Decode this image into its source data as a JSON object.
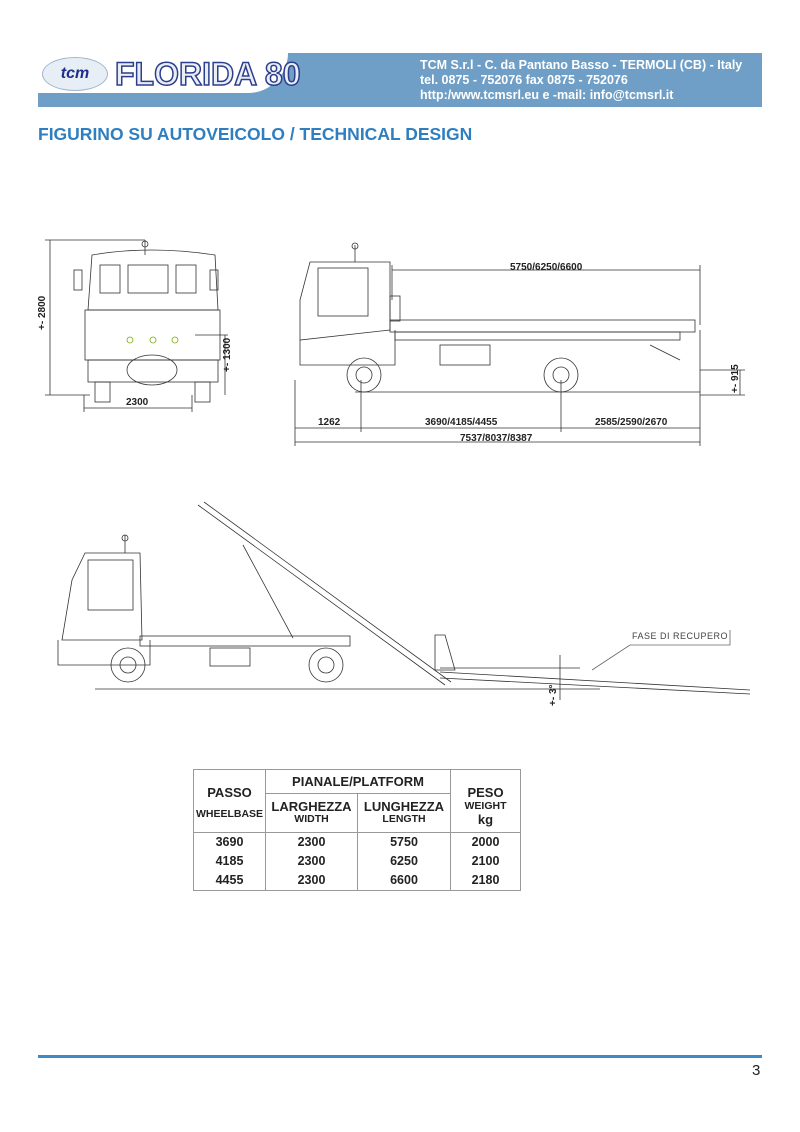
{
  "header": {
    "logo_tcm": "tcm",
    "logo_product": "FLORIDA 80",
    "company_line": "TCM S.r.l - C. da Pantano Basso - TERMOLI (CB) - Italy",
    "phone_line": "tel. 0875 - 752076   fax 0875 - 752076",
    "web_line": "http:/www.tcmsrl.eu  e -mail: info@tcmsrl.it",
    "band_color": "#6f9fc6"
  },
  "title": "FIGURINO SU AUTOVEICOLO / TECHNICAL DESIGN",
  "drawings": {
    "front_view": {
      "height": "+- 2800",
      "platform_height": "+- 1300",
      "width": "2300"
    },
    "side_view": {
      "platform_length": "5750/6250/6600",
      "front_overhang": "1262",
      "wheelbase": "3690/4185/4455",
      "rear_overhang": "2585/2590/2670",
      "total_length": "7537/8037/8387",
      "rear_height": "+- 915"
    },
    "loading_view": {
      "label": "FASE DI RECUPERO",
      "angle": "+- 3°"
    }
  },
  "table": {
    "passo": "PASSO",
    "wheelbase": "WHEELBASE",
    "pianale": "PIANALE/PLATFORM",
    "larghezza": "LARGHEZZA",
    "width": "WIDTH",
    "lunghezza": "LUNGHEZZA",
    "length": "LENGTH",
    "peso": "PESO",
    "weight": "WEIGHT",
    "kg": "kg",
    "rows": [
      {
        "passo": "3690",
        "width": "2300",
        "length": "5750",
        "weight": "2000"
      },
      {
        "passo": "4185",
        "width": "2300",
        "length": "6250",
        "weight": "2100"
      },
      {
        "passo": "4455",
        "width": "2300",
        "length": "6600",
        "weight": "2180"
      }
    ]
  },
  "footer": {
    "page_number": "3",
    "line_color": "#3d8ac9"
  }
}
